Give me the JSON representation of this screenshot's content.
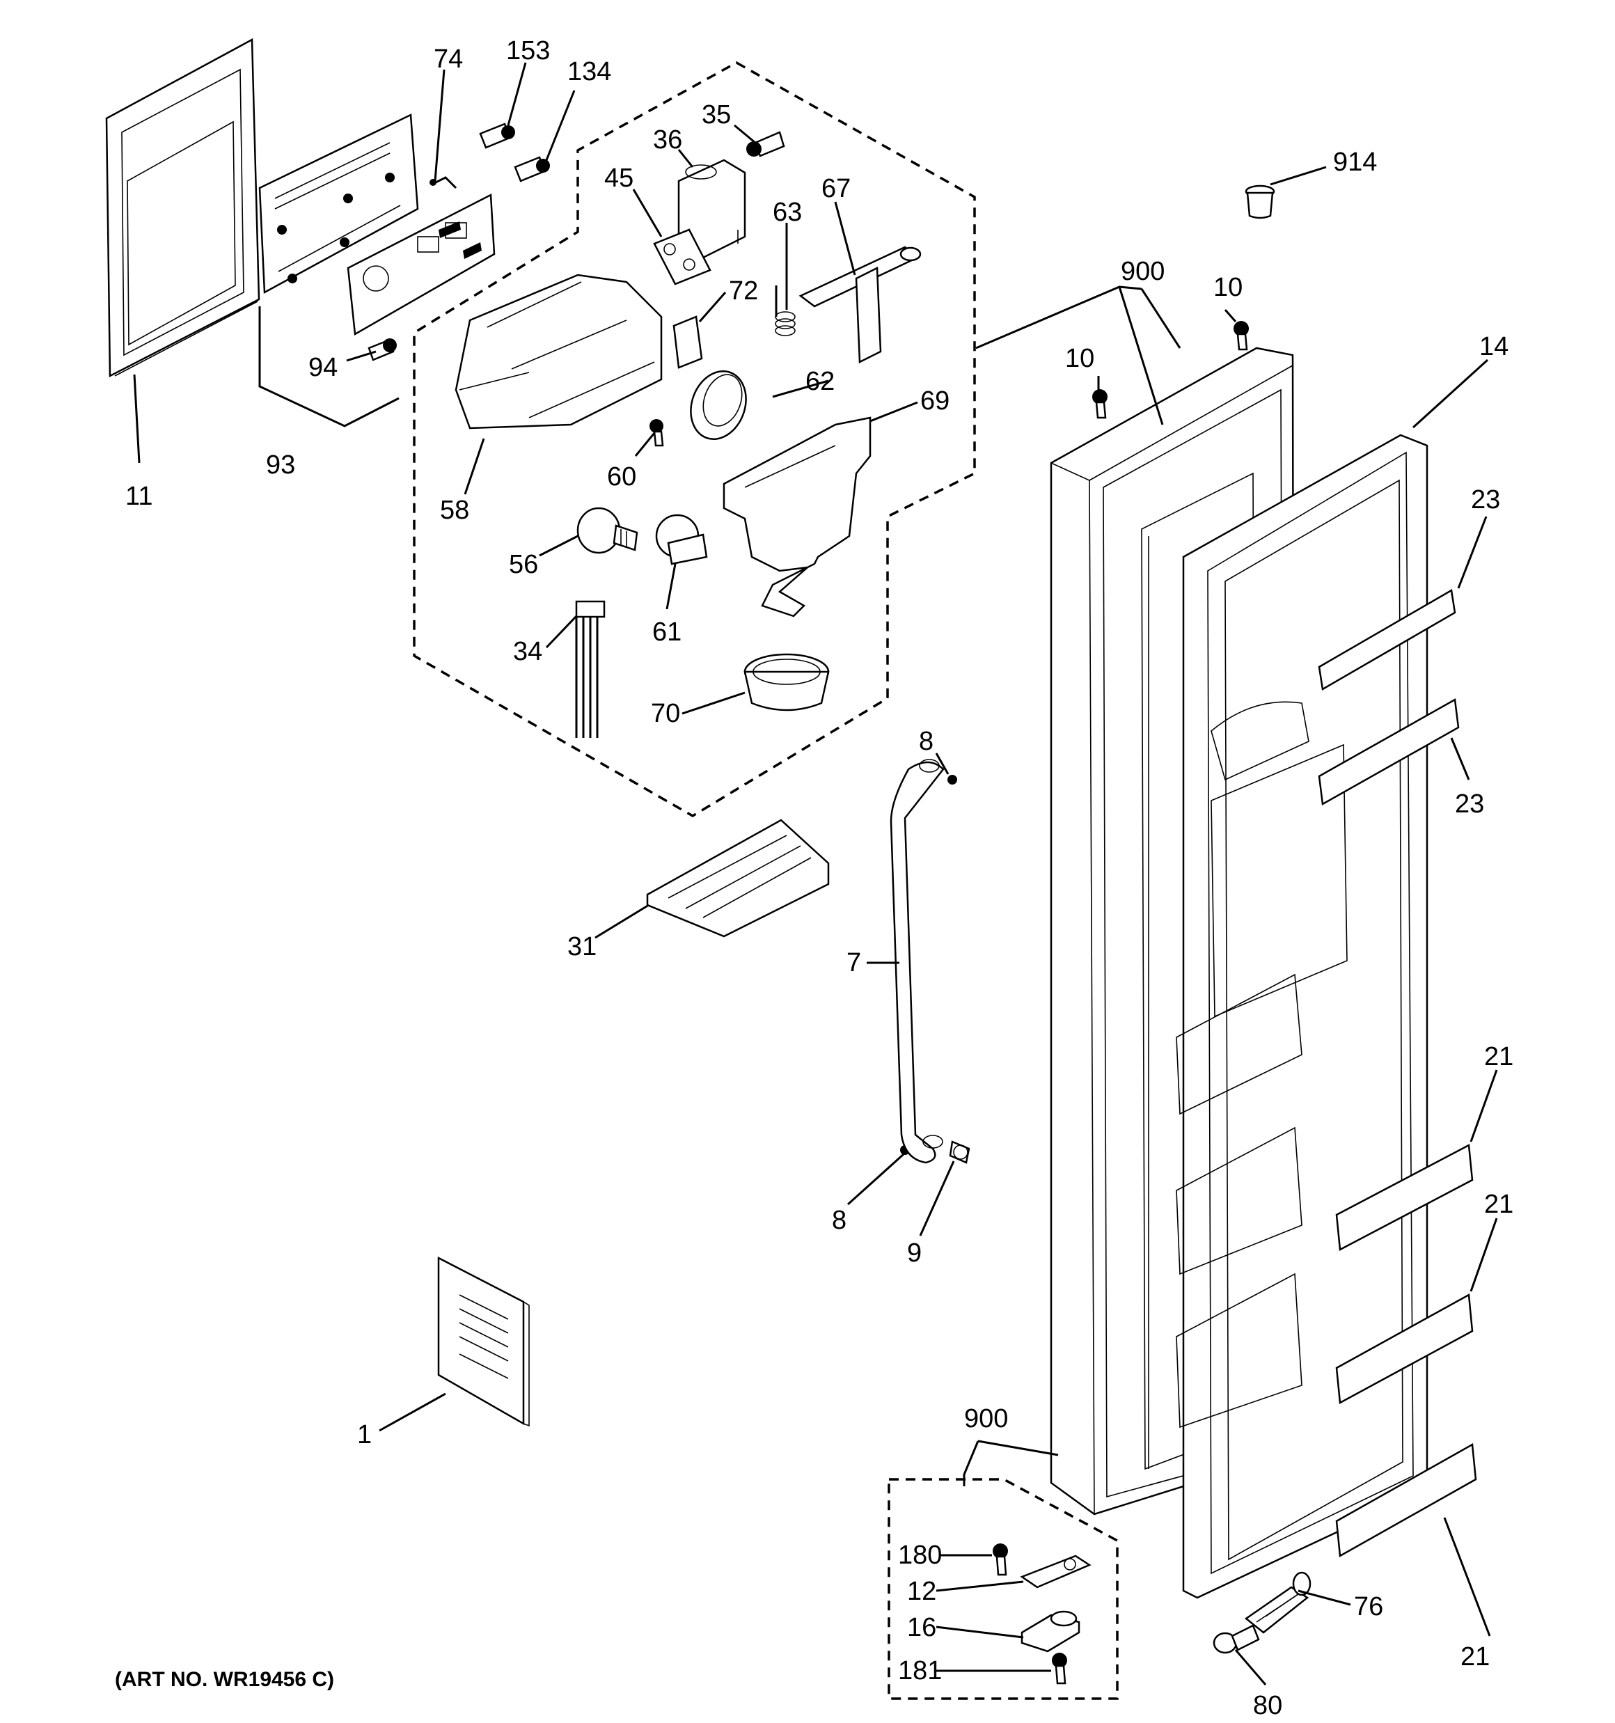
{
  "art_number": "(ART NO. WR19456 C)",
  "callouts": {
    "p1": "1",
    "p7": "7",
    "p8a": "8",
    "p8b": "8",
    "p9": "9",
    "p10a": "10",
    "p10b": "10",
    "p11": "11",
    "p12": "12",
    "p14": "14",
    "p16": "16",
    "p21a": "21",
    "p21b": "21",
    "p21c": "21",
    "p23a": "23",
    "p23b": "23",
    "p31": "31",
    "p34": "34",
    "p35": "35",
    "p36": "36",
    "p45": "45",
    "p56": "56",
    "p58": "58",
    "p60": "60",
    "p61": "61",
    "p62": "62",
    "p63": "63",
    "p67": "67",
    "p69": "69",
    "p70": "70",
    "p72": "72",
    "p74": "74",
    "p76": "76",
    "p80": "80",
    "p93": "93",
    "p94": "94",
    "p134": "134",
    "p153": "153",
    "p180": "180",
    "p181": "181",
    "p900a": "900",
    "p900b": "900",
    "p914": "914"
  }
}
